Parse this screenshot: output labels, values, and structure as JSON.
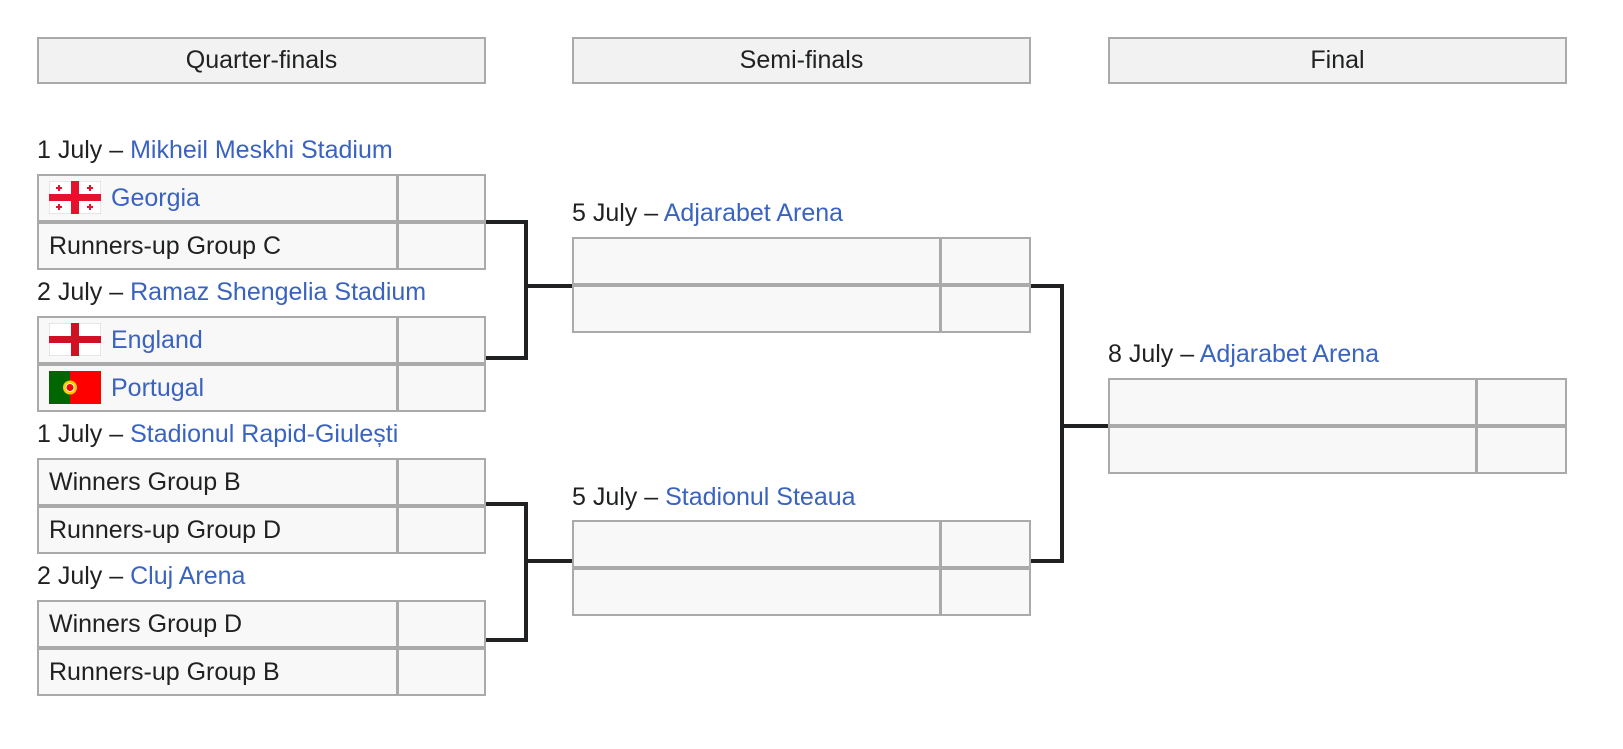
{
  "rounds": {
    "quarter_finals": "Quarter-finals",
    "semi_finals": "Semi-finals",
    "final": "Final"
  },
  "matches": {
    "qf1": {
      "date": "1 July",
      "separator": " – ",
      "venue": "Mikheil Meskhi Stadium",
      "team1": "Georgia",
      "team2": "Runners-up Group C",
      "score1": "",
      "score2": ""
    },
    "qf2": {
      "date": "2 July",
      "separator": " – ",
      "venue": "Ramaz Shengelia Stadium",
      "team1": "England",
      "team2": "Portugal",
      "score1": "",
      "score2": ""
    },
    "qf3": {
      "date": "1 July",
      "separator": " – ",
      "venue": "Stadionul Rapid-Giulești",
      "team1": "Winners Group B",
      "team2": "Runners-up Group D",
      "score1": "",
      "score2": ""
    },
    "qf4": {
      "date": "2 July",
      "separator": " – ",
      "venue": "Cluj Arena",
      "team1": "Winners Group D",
      "team2": "Runners-up Group B",
      "score1": "",
      "score2": ""
    },
    "sf1": {
      "date": "5 July",
      "separator": " – ",
      "venue": "Adjarabet Arena",
      "team1": "",
      "team2": "",
      "score1": "",
      "score2": ""
    },
    "sf2": {
      "date": "5 July",
      "separator": " – ",
      "venue": "Stadionul Steaua",
      "team1": "",
      "team2": "",
      "score1": "",
      "score2": ""
    },
    "final": {
      "date": "8 July",
      "separator": " – ",
      "venue": "Adjarabet Arena",
      "team1": "",
      "team2": "",
      "score1": "",
      "score2": ""
    }
  },
  "flags": {
    "georgia": "georgia-flag-icon",
    "england": "england-flag-icon",
    "portugal": "portugal-flag-icon"
  },
  "colors": {
    "link": "#3a63c0",
    "border": "#aaaaaa",
    "header_bg": "#f2f2f2",
    "cell_bg": "#f8f8f8",
    "connector": "#202122"
  }
}
